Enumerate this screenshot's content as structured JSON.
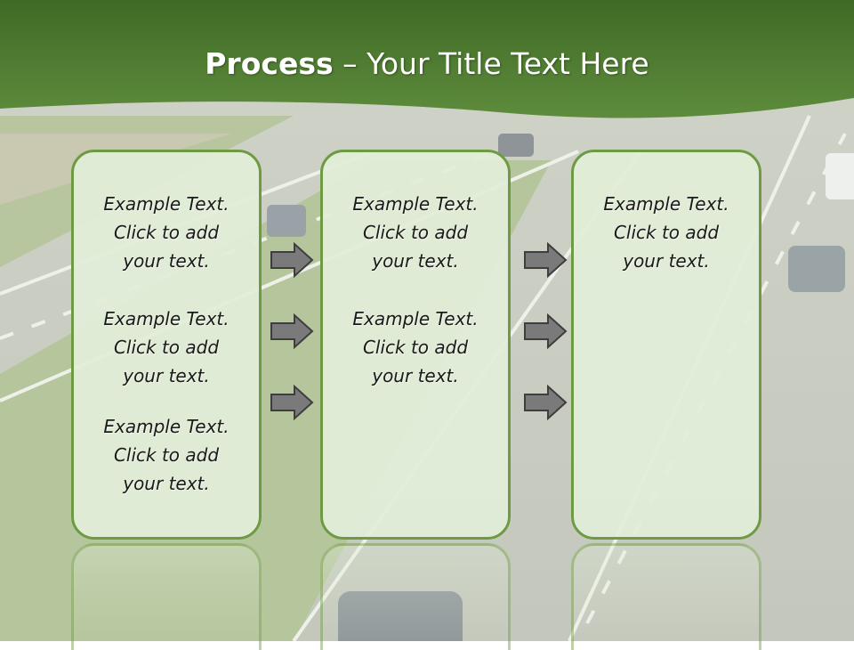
{
  "title": {
    "bold": "Process",
    "rest": "  – Your Title Text Here"
  },
  "columns": [
    {
      "items": [
        [
          "Example Text.",
          "Click  to add",
          "your text."
        ],
        [
          "Example Text.",
          "Click  to add",
          "your text."
        ],
        [
          "Example Text.",
          "Click  to add",
          "your text."
        ]
      ]
    },
    {
      "items": [
        [
          "Example Text.",
          "Click  to add",
          "your text."
        ],
        [
          "Example Text.",
          "Click  to add",
          "your text."
        ]
      ]
    },
    {
      "items": [
        [
          "Example Text.",
          "Click  to add",
          "your text."
        ]
      ]
    }
  ],
  "colors": {
    "header": "#4f7a32",
    "box_border": "#6f9a44",
    "box_fill": "#e2eed8",
    "arrow": "#777777"
  }
}
